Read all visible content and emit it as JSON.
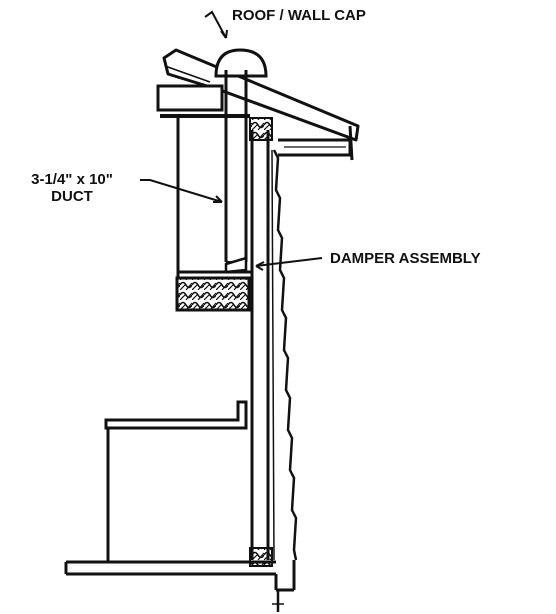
{
  "labels": {
    "roof_wall_cap": "ROOF / WALL CAP",
    "duct_line1": "3-1/4\" x 10\"",
    "duct_line2": "DUCT",
    "damper_assembly": "DAMPER ASSEMBLY"
  },
  "colors": {
    "ink": "#111111",
    "background": "#ffffff"
  }
}
